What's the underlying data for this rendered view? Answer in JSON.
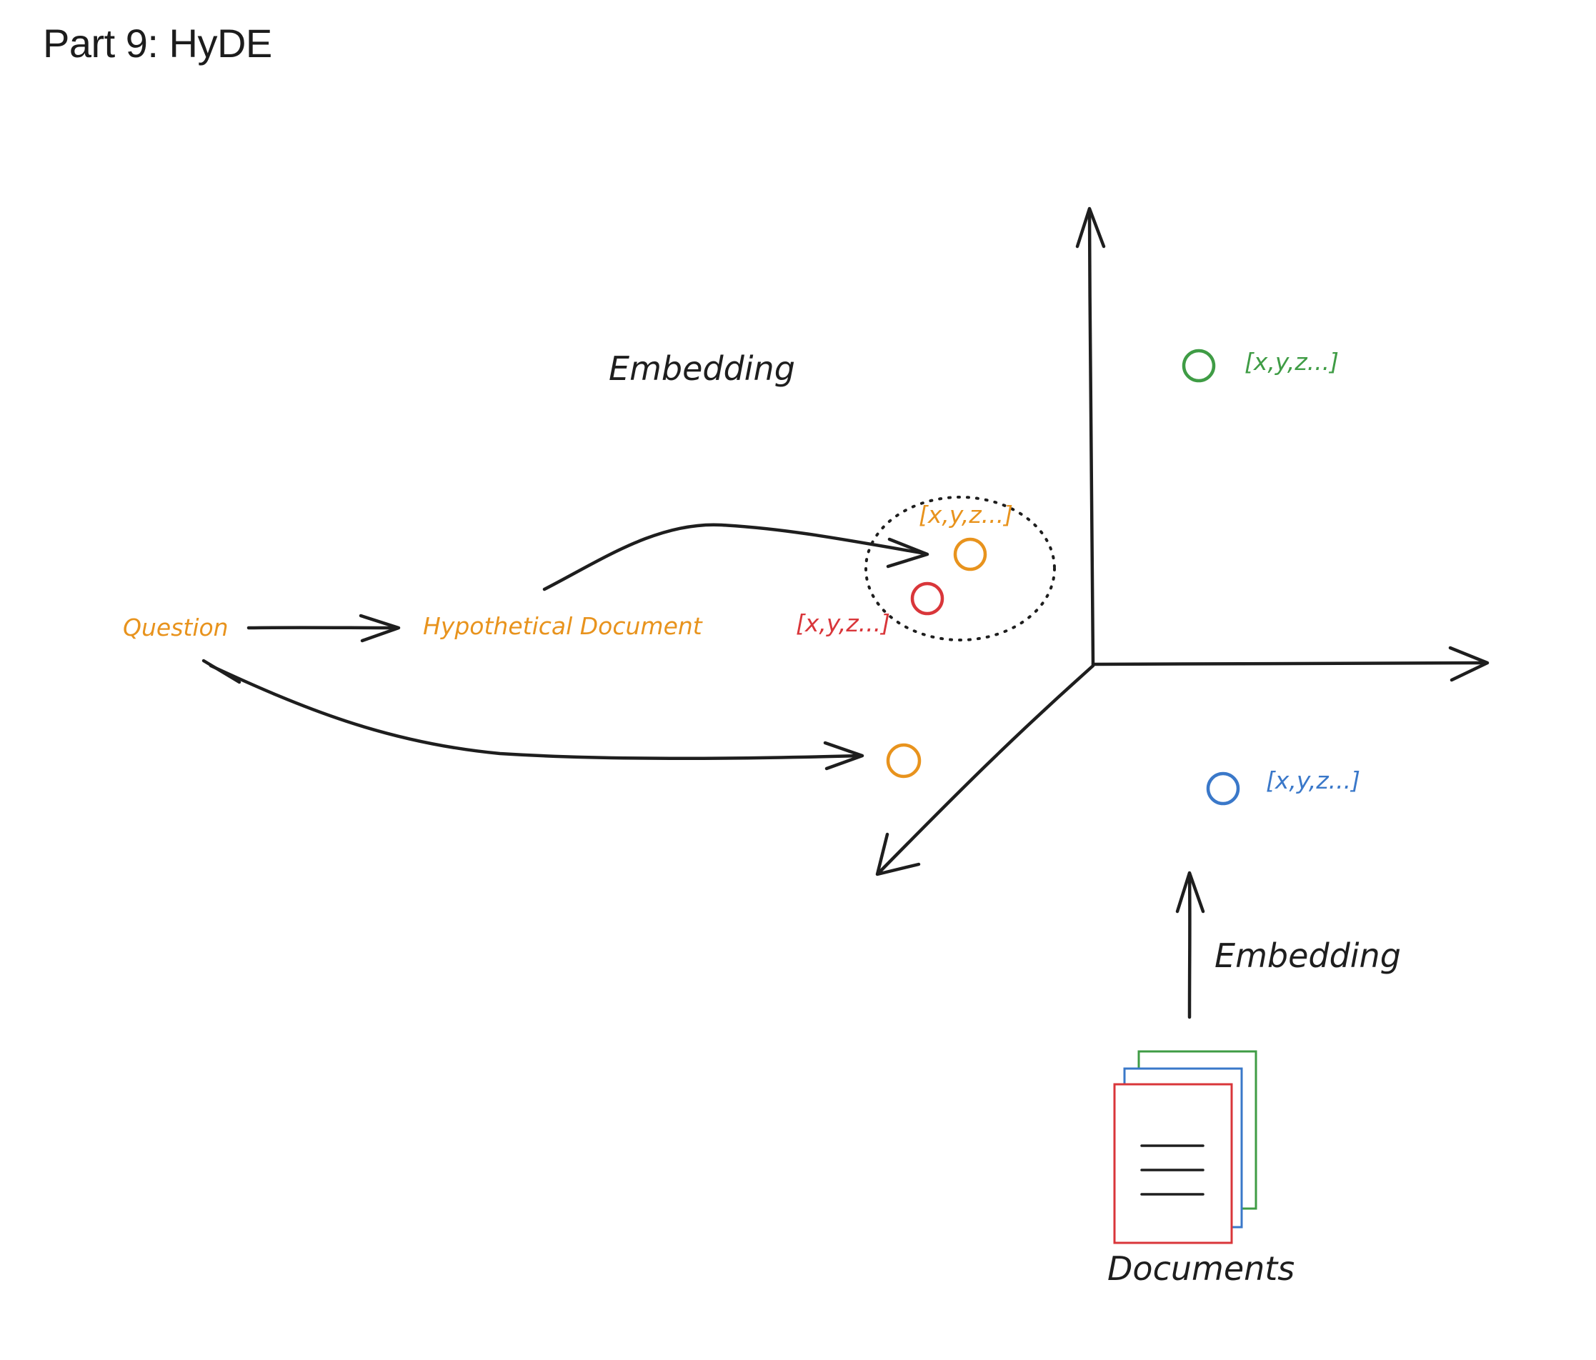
{
  "page": {
    "title": "Part 9: HyDE"
  },
  "diagram": {
    "labels": {
      "embedding_top": "Embedding",
      "embedding_bottom": "Embedding",
      "question": "Question",
      "hypothetical_document": "Hypothetical Document",
      "documents": "Documents"
    },
    "vectors": {
      "green": "[x,y,z...]",
      "orange": "[x,y,z...]",
      "red": "[x,y,z...]",
      "blue": "[x,y,z...]"
    },
    "colors": {
      "orange": "#e8931d",
      "red": "#d9363a",
      "green": "#3f9c45",
      "blue": "#3a78c9",
      "ink": "#1e1e1e"
    }
  }
}
